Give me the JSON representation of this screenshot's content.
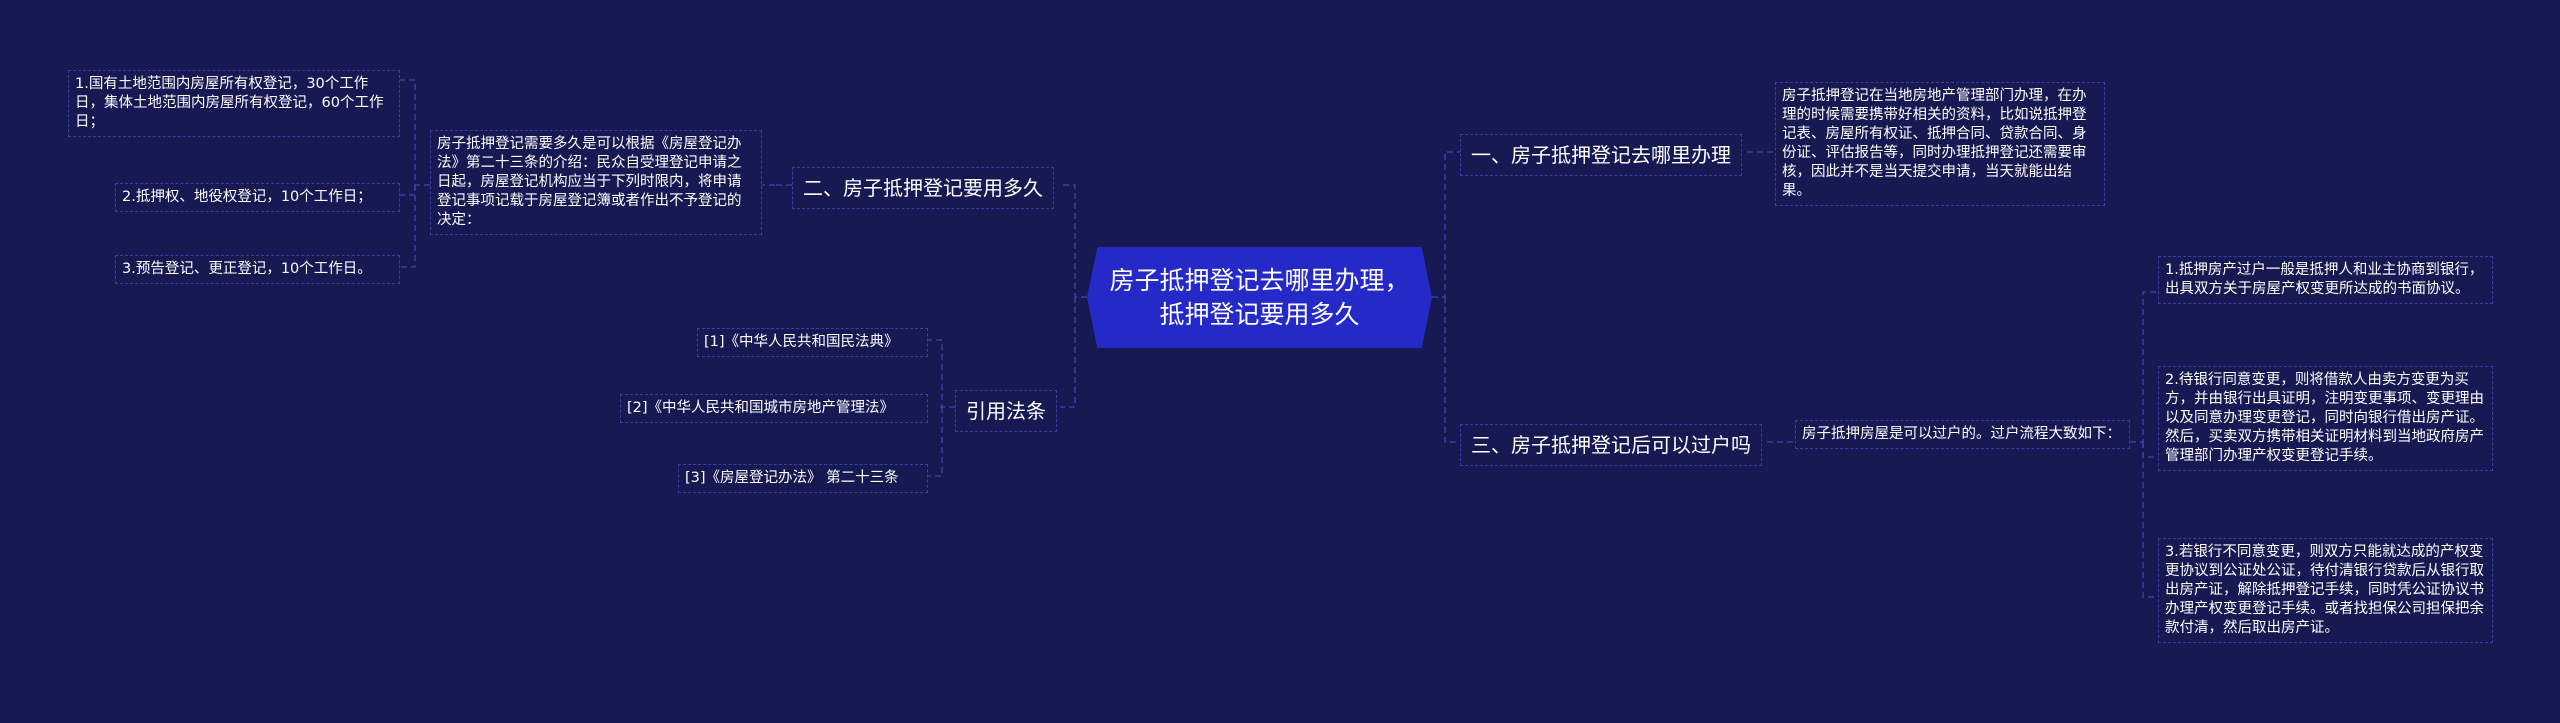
{
  "root": {
    "title": "房子抵押登记去哪里办理，抵押登记要用多久"
  },
  "left": {
    "branch_duration": {
      "label": "二、房子抵押登记要用多久",
      "intro": "房子抵押登记需要多久是可以根据《房屋登记办法》第二十三条的介绍：民众自受理登记申请之日起，房屋登记机构应当于下列时限内，将申请登记事项记载于房屋登记簿或者作出不予登记的决定：",
      "items": [
        "1.国有土地范围内房屋所有权登记，30个工作日，集体土地范围内房屋所有权登记，60个工作日；",
        "2.抵押权、地役权登记，10个工作日；",
        "3.预告登记、更正登记，10个工作日。"
      ]
    },
    "branch_law": {
      "label": "引用法条",
      "items": [
        "[1]《中华人民共和国民法典》",
        "[2]《中华人民共和国城市房地产管理法》",
        "[3]《房屋登记办法》 第二十三条"
      ]
    }
  },
  "right": {
    "branch_where": {
      "label": "一、房子抵押登记去哪里办理",
      "detail": "房子抵押登记在当地房地产管理部门办理，在办理的时候需要携带好相关的资料，比如说抵押登记表、房屋所有权证、抵押合同、贷款合同、身份证、评估报告等，同时办理抵押登记还需要审核，因此并不是当天提交申请，当天就能出结果。"
    },
    "branch_transfer": {
      "label": "三、房子抵押登记后可以过户吗",
      "intro": "房子抵押房屋是可以过户的。过户流程大致如下：",
      "items": [
        "1.抵押房产过户一般是抵押人和业主协商到银行，出具双方关于房屋产权变更所达成的书面协议。",
        "2.待银行同意变更，则将借款人由卖方变更为买方，并由银行出具证明，注明变更事项、变更理由以及同意办理变更登记，同时向银行借出房产证。然后，买卖双方携带相关证明材料到当地政府房产管理部门办理产权变更登记手续。",
        "3.若银行不同意变更，则双方只能就达成的产权变更协议到公证处公证，待付清银行贷款后从银行取出房产证，解除抵押登记手续，同时凭公证协议书办理产权变更登记手续。或者找担保公司担保把余款付清，然后取出房产证。"
      ]
    }
  },
  "colors": {
    "background": "#171953",
    "root_fill": "#2529c8",
    "line": "#3a3fa8",
    "text": "#ffffff"
  }
}
